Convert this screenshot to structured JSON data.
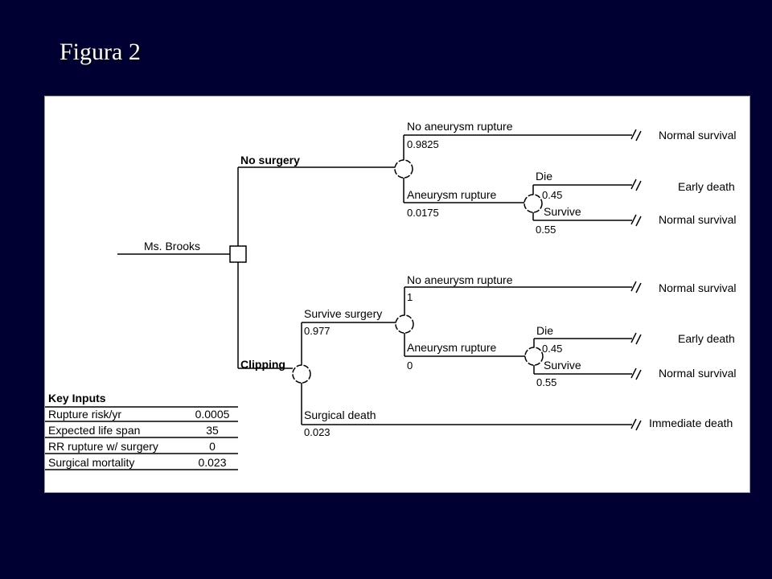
{
  "slide": {
    "title": "Figura 2"
  },
  "tree": {
    "root": "Ms. Brooks",
    "no_surgery": {
      "label": "No surgery",
      "no_rupture": {
        "label": "No aneurysm rupture",
        "prob": "0.9825",
        "outcome": "Normal survival"
      },
      "rupture": {
        "label": "Aneurysm rupture",
        "prob": "0.0175",
        "die": {
          "label": "Die",
          "prob": "0.45",
          "outcome": "Early death"
        },
        "survive": {
          "label": "Survive",
          "prob": "0.55",
          "outcome": "Normal survival"
        }
      }
    },
    "clipping": {
      "label": "Clipping",
      "survive_surgery": {
        "label": "Survive surgery",
        "prob": "0.977",
        "no_rupture": {
          "label": "No aneurysm rupture",
          "prob": "1",
          "outcome": "Normal survival"
        },
        "rupture": {
          "label": "Aneurysm rupture",
          "prob": "0",
          "die": {
            "label": "Die",
            "prob": "0.45",
            "outcome": "Early death"
          },
          "survive": {
            "label": "Survive",
            "prob": "0.55",
            "outcome": "Normal survival"
          }
        }
      },
      "surgical_death": {
        "label": "Surgical death",
        "prob": "0.023",
        "outcome": "Immediate death"
      }
    }
  },
  "key_inputs": {
    "title": "Key Inputs",
    "rows": [
      {
        "name": "Rupture risk/yr",
        "value": "0.0005"
      },
      {
        "name": "Expected life span",
        "value": "35"
      },
      {
        "name": "RR rupture w/ surgery",
        "value": "0"
      },
      {
        "name": "Surgical mortality",
        "value": "0.023"
      }
    ]
  }
}
